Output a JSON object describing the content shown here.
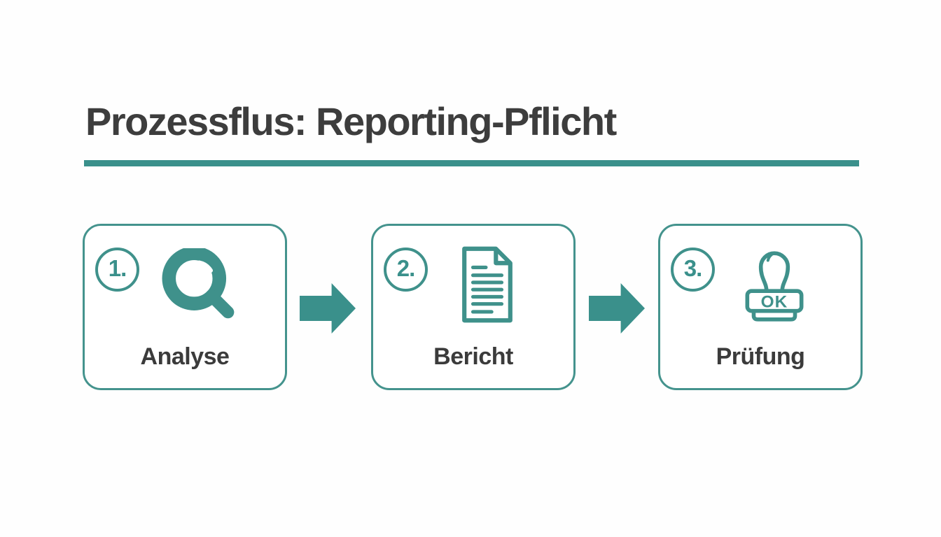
{
  "slide": {
    "title": "Prozessflus: Reporting-Pflicht",
    "colors": {
      "accent": "#3A908B",
      "box_border": "#44938D",
      "title_text": "#3D3D3D",
      "label_text": "#3B3B3B",
      "background": "#FEFEFE"
    }
  },
  "flow": {
    "steps": [
      {
        "number": "1.",
        "label": "Analyse",
        "icon": "magnifier-search-icon"
      },
      {
        "number": "2.",
        "label": "Bericht",
        "icon": "document-report-icon"
      },
      {
        "number": "3.",
        "label": "Prüfung",
        "icon": "approval-stamp-icon",
        "stamp_text": "OK"
      }
    ],
    "connectors": [
      "arrow-right",
      "arrow-right"
    ]
  }
}
